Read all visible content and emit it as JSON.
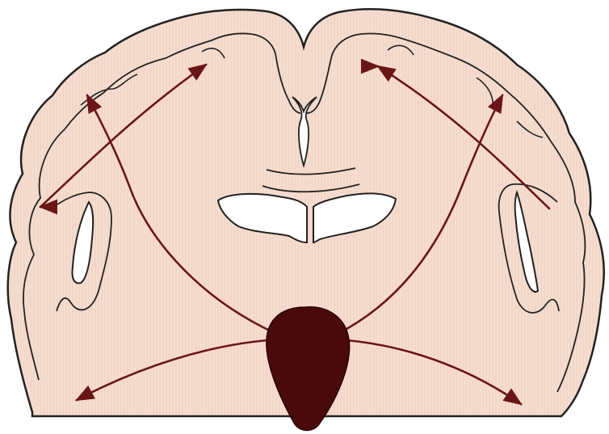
{
  "figure": {
    "colors": {
      "background": "#ffffff",
      "tissue_fill": "#f6ddd0",
      "outline": "#222222",
      "arrow": "#6b1616",
      "nucleus": "#4a0a0c",
      "ventricle": "#ffffff"
    },
    "elements": {
      "brain_outline": "brain-coronal-section-outline",
      "cortex_band": "cortical-grey-matter-band",
      "ventricles": [
        "lateral-ventricles",
        "left-temporal-horn",
        "right-temporal-horn",
        "interhemispheric-fissure"
      ],
      "source_nucleus": "dark-nucleus",
      "projections": [
        "arrow-upper-left-inner",
        "arrow-upper-left-outer",
        "arrow-lateral-left",
        "arrow-upper-right-inner",
        "arrow-upper-right-outer",
        "arrow-lateral-right",
        "arrow-lower-left",
        "arrow-lower-right"
      ]
    }
  }
}
